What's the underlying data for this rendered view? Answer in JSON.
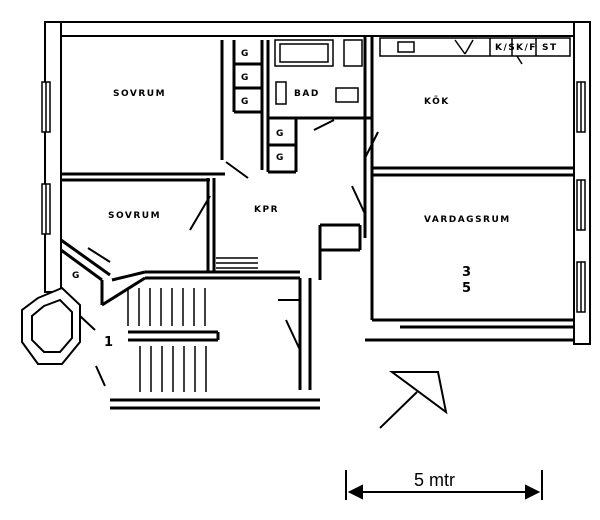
{
  "rooms": {
    "sovrum_1": "SOVRUM",
    "sovrum_2": "SOVRUM",
    "bad": "BAD",
    "kok": "KÖK",
    "kpr": "KPR",
    "vardagsrum": "VARDAGSRUM",
    "closet_g": "G"
  },
  "labels": {
    "apartment_number_top": "3",
    "apartment_number_bottom": "5",
    "stair_number": "1",
    "ks": "K/S",
    "kf": "K/F",
    "st": "ST"
  },
  "scale": {
    "text": "5 mtr"
  }
}
